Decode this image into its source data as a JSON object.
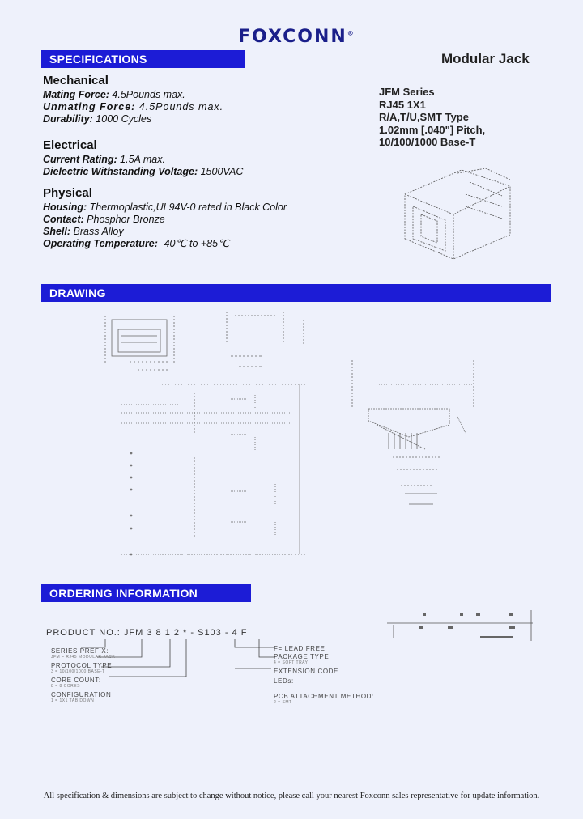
{
  "brand": {
    "logo_text": "FOXCONN",
    "registered": "®"
  },
  "header": {
    "section_specifications": "SPECIFICATIONS",
    "product_title": "Modular Jack"
  },
  "series_info": {
    "line1": "JFM Series",
    "line2": "RJ45 1X1",
    "line3": "R/A,T/U,SMT Type",
    "line4": "1.02mm [.040\"] Pitch,",
    "line5": "10/100/1000 Base-T"
  },
  "mechanical": {
    "heading": "Mechanical",
    "mating_label": "Mating Force:",
    "mating_value": " 4.5Pounds max.",
    "unmating_label": "Unmating Force:",
    "unmating_value": " 4.5Pounds max.",
    "durability_label": "Durability:",
    "durability_value": " 1000 Cycles"
  },
  "electrical": {
    "heading": "Electrical",
    "current_label": "Current Rating:",
    "current_value": " 1.5A max.",
    "dielectric_label": "Dielectric Withstanding Voltage:",
    "dielectric_value": " 1500VAC"
  },
  "physical": {
    "heading": "Physical",
    "housing_label": "Housing:",
    "housing_value": " Thermoplastic,UL94V-0 rated in Black Color",
    "contact_label": "Contact:",
    "contact_value": " Phosphor Bronze",
    "shell_label": "Shell:",
    "shell_value": " Brass Alloy",
    "temp_label": "Operating Temperature:",
    "temp_value": " -40℃ to +85℃"
  },
  "drawing": {
    "heading": "DRAWING"
  },
  "ordering": {
    "heading": "ORDERING  INFORMATION",
    "code": "PRODUCT NO.: JFM 3 8 1 2 * - S103 - 4 F",
    "left_labels": [
      {
        "label": "SERIES PREFIX:",
        "sub": "JFM = RJ45 MODULAR JACK"
      },
      {
        "label": "PROTOCOL TYPE",
        "sub": "3 = 10/100/1000 BASE-T"
      },
      {
        "label": "CORE COUNT:",
        "sub": "8 = 8 CORES"
      },
      {
        "label": "CONFIGURATION",
        "sub": "1 = 1X1 TAB DOWN"
      }
    ],
    "right_labels": [
      {
        "label": "F= LEAD FREE",
        "sub": ""
      },
      {
        "label": "PACKAGE TYPE",
        "sub": "4 = SOFT TRAY"
      },
      {
        "label": "EXTENSION CODE",
        "sub": ""
      },
      {
        "label": "LEDs:",
        "sub": ""
      },
      {
        "label": "PCB ATTACHMENT METHOD:",
        "sub": "2 = SMT"
      }
    ]
  },
  "footer": {
    "disclaimer": "All specification & dimensions are subject to change without notice, please call your nearest Foxconn sales representative for update information."
  },
  "colors": {
    "bar": "#1c1cd6",
    "background": "#eef1fb",
    "logo": "#1a1f8a"
  }
}
